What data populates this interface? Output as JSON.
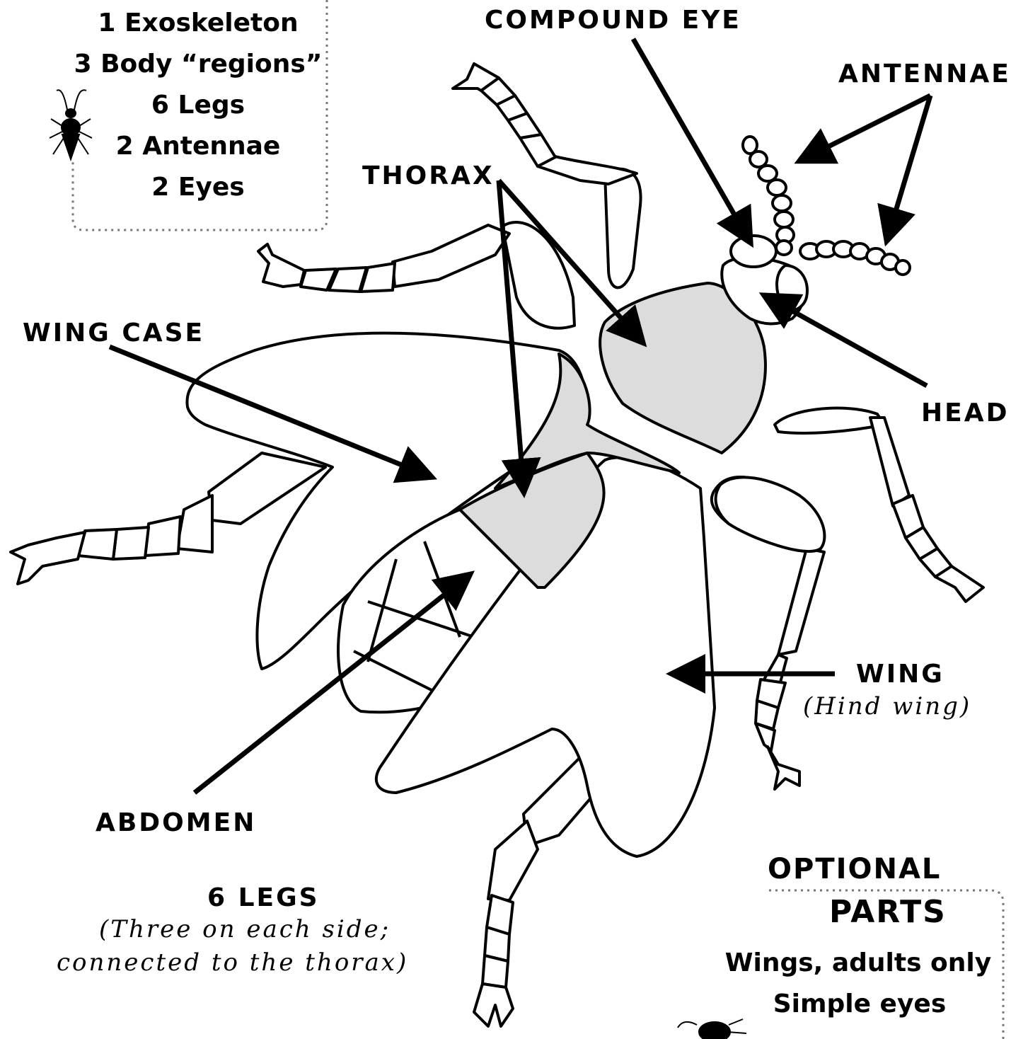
{
  "facts_box": {
    "lines": [
      "1 Exoskeleton",
      "3 Body “regions”",
      "6 Legs",
      "2 Antennae",
      "2 Eyes"
    ],
    "icon": "insect-silhouette-icon"
  },
  "labels": {
    "compound_eye": "COMPOUND EYE",
    "antennae": "ANTENNAE",
    "thorax": "THORAX",
    "wing_case": "WING CASE",
    "head": "HEAD",
    "wing": "WING",
    "wing_sub": "(Hind wing)",
    "abdomen": "ABDOMEN",
    "legs": "6 LEGS",
    "legs_sub_1": "(Three on each side;",
    "legs_sub_2": "connected to the thorax)"
  },
  "optional_box": {
    "title_1": "OPTIONAL",
    "title_2": "PARTS",
    "lines": [
      "Wings, adults only",
      "Simple eyes"
    ],
    "icon": "insect-silhouette-icon"
  },
  "colors": {
    "stroke": "#000000",
    "body_fill": "#dcdcdc",
    "background": "#ffffff"
  }
}
